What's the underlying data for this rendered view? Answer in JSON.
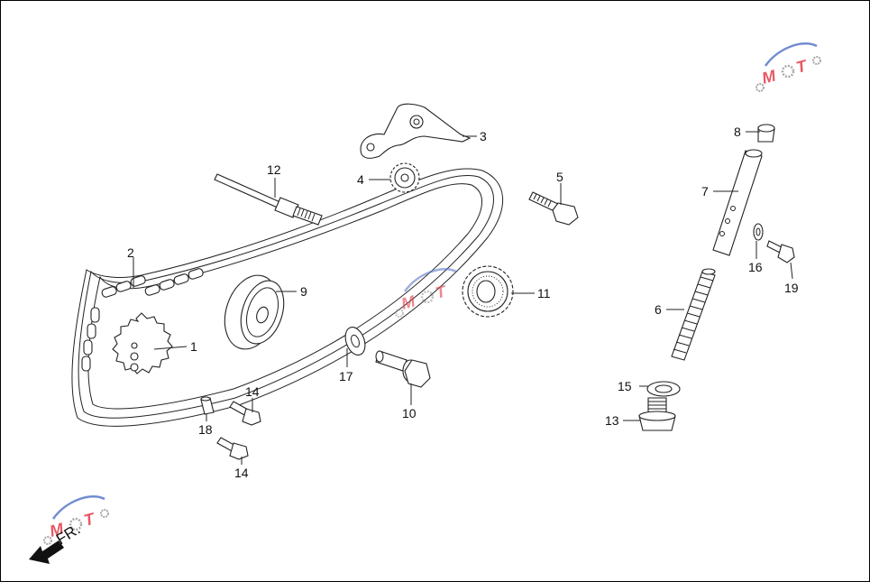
{
  "diagram": {
    "labels": [
      {
        "id": "1",
        "text": "1"
      },
      {
        "id": "2",
        "text": "2"
      },
      {
        "id": "3",
        "text": "3"
      },
      {
        "id": "4",
        "text": "4"
      },
      {
        "id": "5",
        "text": "5"
      },
      {
        "id": "6",
        "text": "6"
      },
      {
        "id": "7",
        "text": "7"
      },
      {
        "id": "8",
        "text": "8"
      },
      {
        "id": "9",
        "text": "9"
      },
      {
        "id": "10",
        "text": "10"
      },
      {
        "id": "11",
        "text": "11"
      },
      {
        "id": "12",
        "text": "12"
      },
      {
        "id": "13",
        "text": "13"
      },
      {
        "id": "14a",
        "text": "14"
      },
      {
        "id": "14b",
        "text": "14"
      },
      {
        "id": "15",
        "text": "15"
      },
      {
        "id": "16",
        "text": "16"
      },
      {
        "id": "17",
        "text": "17"
      },
      {
        "id": "18",
        "text": "18"
      },
      {
        "id": "19",
        "text": "19"
      }
    ],
    "direction_label": "FR.",
    "watermark": {
      "text": "MOTO",
      "colors": {
        "red": "#e23b4a",
        "blue": "#5b78c9",
        "gray": "#9a9a9a"
      }
    }
  }
}
